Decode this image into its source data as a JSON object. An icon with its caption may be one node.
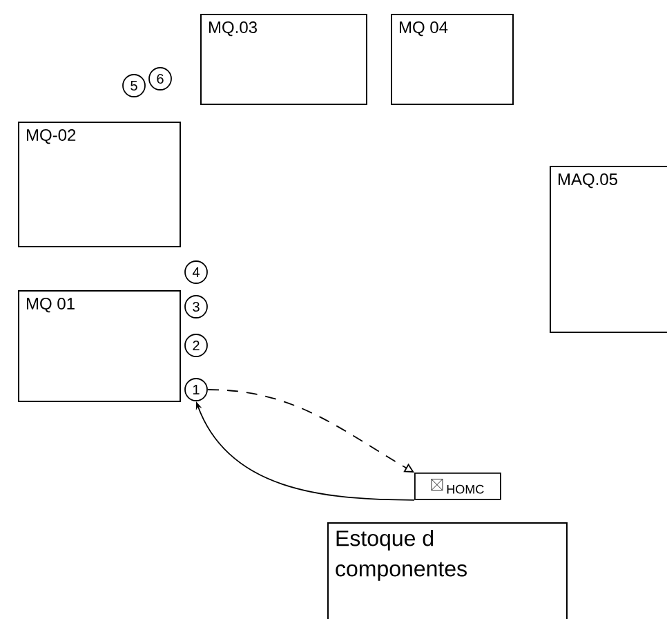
{
  "diagram": {
    "nodes": [
      {
        "text": [
          "MQ.03"
        ]
      },
      {
        "text": [
          "MQ 04"
        ]
      },
      {
        "text": [
          "5"
        ]
      },
      {
        "text": [
          "6"
        ]
      },
      {
        "text": [
          "MQ-02"
        ]
      },
      {
        "text": [
          "MAQ.05"
        ]
      },
      {
        "text": [
          "4"
        ]
      },
      {
        "text": [
          "MQ 01"
        ]
      },
      {
        "text": [
          "3"
        ]
      },
      {
        "text": [
          "2"
        ]
      },
      {
        "text": [
          "1"
        ]
      },
      {
        "text": [
          "HOMC"
        ]
      },
      {
        "text": [
          "Estoque d componentes"
        ]
      }
    ],
    "edges": [
      {
        "from": 10,
        "to": 11,
        "arrow": "to",
        "style": "dashed"
      },
      {
        "from": 11,
        "to": 10,
        "arrow": "to"
      }
    ]
  }
}
